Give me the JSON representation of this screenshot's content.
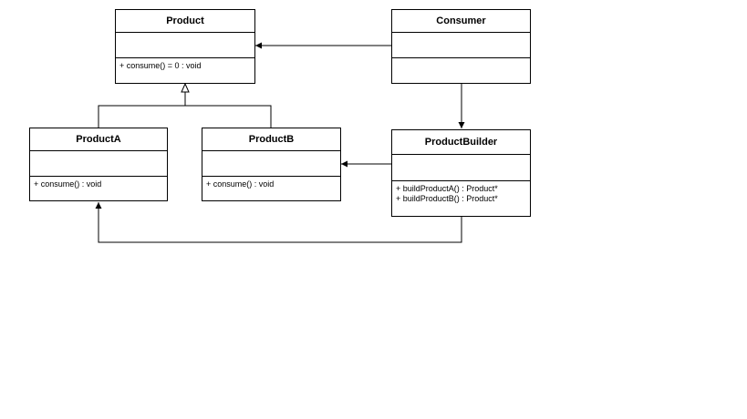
{
  "classes": {
    "product": {
      "name": "Product",
      "operations": [
        "+ consume() = 0 : void"
      ]
    },
    "consumer": {
      "name": "Consumer",
      "operations": []
    },
    "product_a": {
      "name": "ProductA",
      "operations": [
        "+ consume() : void"
      ]
    },
    "product_b": {
      "name": "ProductB",
      "operations": [
        "+ consume() : void"
      ]
    },
    "product_builder": {
      "name": "ProductBuilder",
      "operations": [
        "+ buildProductA() : Product*",
        "+ buildProductB() : Product*"
      ]
    }
  },
  "relations": [
    {
      "from": "product_a",
      "to": "product",
      "kind": "inheritance"
    },
    {
      "from": "product_b",
      "to": "product",
      "kind": "inheritance"
    },
    {
      "from": "consumer",
      "to": "product",
      "kind": "association"
    },
    {
      "from": "consumer",
      "to": "product_builder",
      "kind": "association"
    },
    {
      "from": "product_builder",
      "to": "product_b",
      "kind": "association"
    },
    {
      "from": "product_builder",
      "to": "product_a",
      "kind": "association"
    }
  ],
  "colors": {
    "line": "#000000",
    "background": "#ffffff"
  }
}
